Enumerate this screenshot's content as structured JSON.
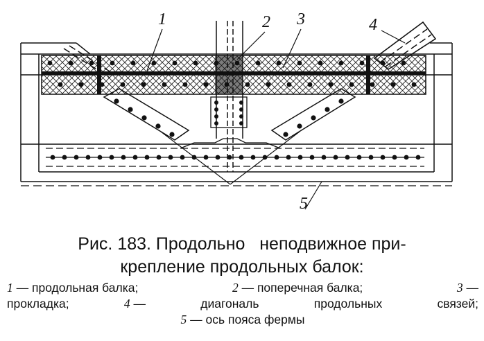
{
  "callouts": [
    {
      "number": "1"
    },
    {
      "number": "2"
    },
    {
      "number": "3"
    },
    {
      "number": "4"
    },
    {
      "number": "5"
    }
  ],
  "caption": {
    "line1": "Рис. 183. Продольно   неподвижное при-",
    "line2": "крепление продольных балок:"
  },
  "legend": {
    "l1_n1": "1",
    "l1_t1": "— продольная балка;",
    "l1_n2": "2",
    "l1_t2": "— поперечная балка;",
    "l1_n3": "3",
    "l1_t3": "—",
    "l2_w1": "прокладка;",
    "l2_n4": "4",
    "l2_w2": "—",
    "l2_w3": "диагональ",
    "l2_w4": "продольных",
    "l2_w5": "связей;",
    "l3_n5": "5",
    "l3_t5": "— ось пояса фермы"
  }
}
